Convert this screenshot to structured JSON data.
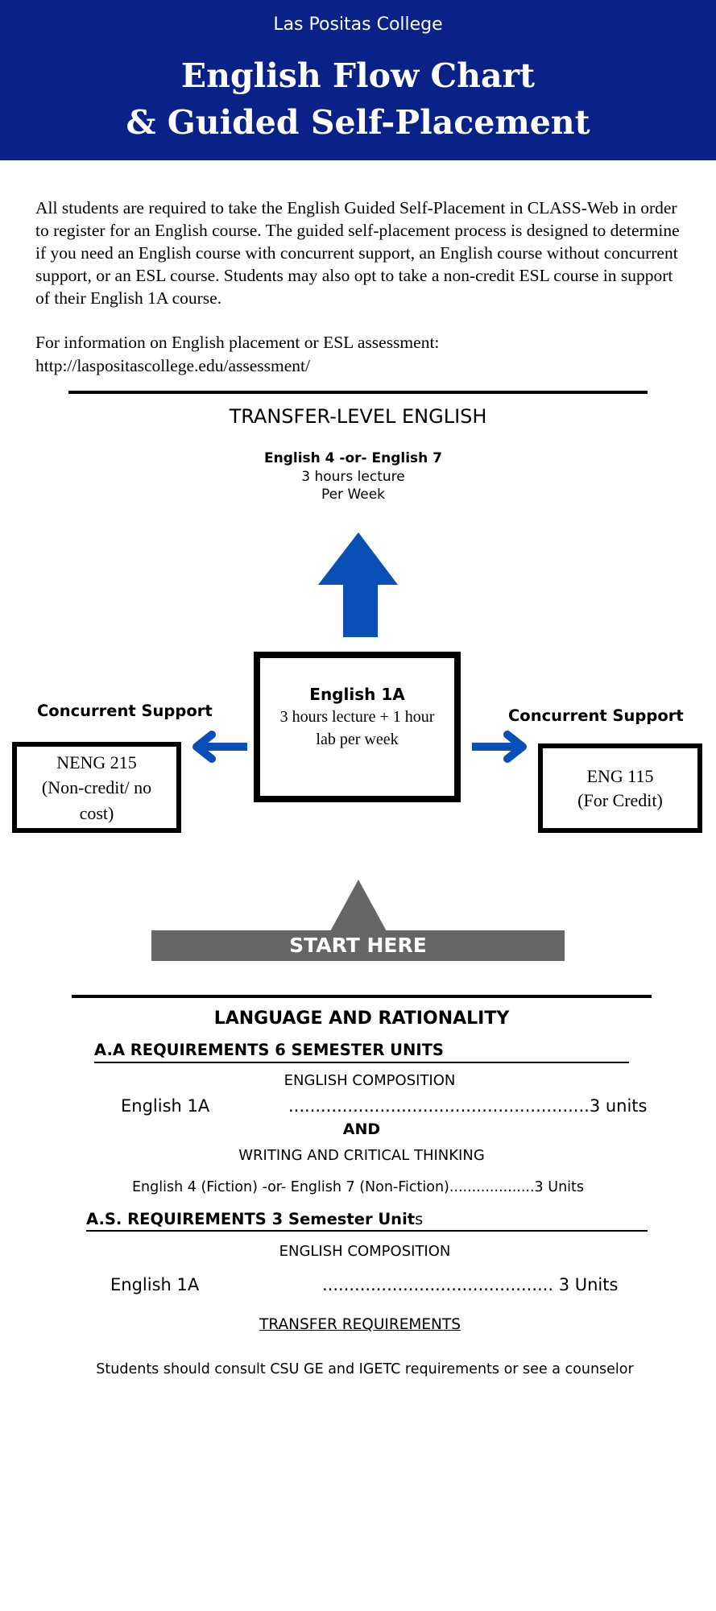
{
  "header": {
    "college": "Las Positas College",
    "title_line1": "English Flow Chart",
    "title_line2": "& Guided Self-Placement",
    "background_color": "#0a2288"
  },
  "intro": {
    "paragraph": "All students are required to take the English Guided Self-Placement in CLASS-Web in order to register for an English course. The guided self-placement process is designed to determine if you need an English course with concurrent support, an English course without concurrent support, or an ESL course. Students may also opt to take a non-credit ESL course in support of their English 1A course.",
    "info_line1": "For information on English placement or ESL assessment:",
    "info_line2": "http://laspositascollege.edu/assessment/"
  },
  "flow": {
    "transfer_heading": "TRANSFER-LEVEL ENGLISH",
    "transfer_course": "English 4 -or- English 7",
    "transfer_hours": "3 hours lecture",
    "transfer_per_week": "Per Week",
    "center_course": "English 1A",
    "center_hours": "3 hours lecture + 1 hour lab per week",
    "left_label": "Concurrent Support",
    "left_course": "NENG 215",
    "left_detail": "(Non-credit/ no cost)",
    "right_label": "Concurrent Support",
    "right_course": "ENG 115",
    "right_detail": "(For Credit)",
    "start": "START HERE",
    "arrow_color": "#0a4fb5",
    "start_color": "#666666"
  },
  "requirements": {
    "heading": "LANGUAGE AND RATIONALITY",
    "aa_heading": "A.A REQUIREMENTS 6 SEMESTER UNITS",
    "aa_comp_heading": "ENGLISH COMPOSITION",
    "aa_comp_course": "English 1A",
    "aa_comp_units": "........................................................3 units",
    "and": "AND",
    "aa_writing_heading": "WRITING AND CRITICAL THINKING",
    "aa_writing_line": "English 4 (Fiction) -or- English 7 (Non-Fiction)...................3 Units",
    "as_heading_bold": "A.S. REQUIREMENTS 3 Semester Unit",
    "as_heading_tail": "s",
    "as_comp_heading": "ENGLISH COMPOSITION",
    "as_comp_course": "English 1A",
    "as_comp_units": "........................................... 3 Units",
    "transfer_heading": "TRANSFER REQUIREMENTS",
    "transfer_note": "Students should consult CSU GE and IGETC requirements or see a counselor"
  }
}
